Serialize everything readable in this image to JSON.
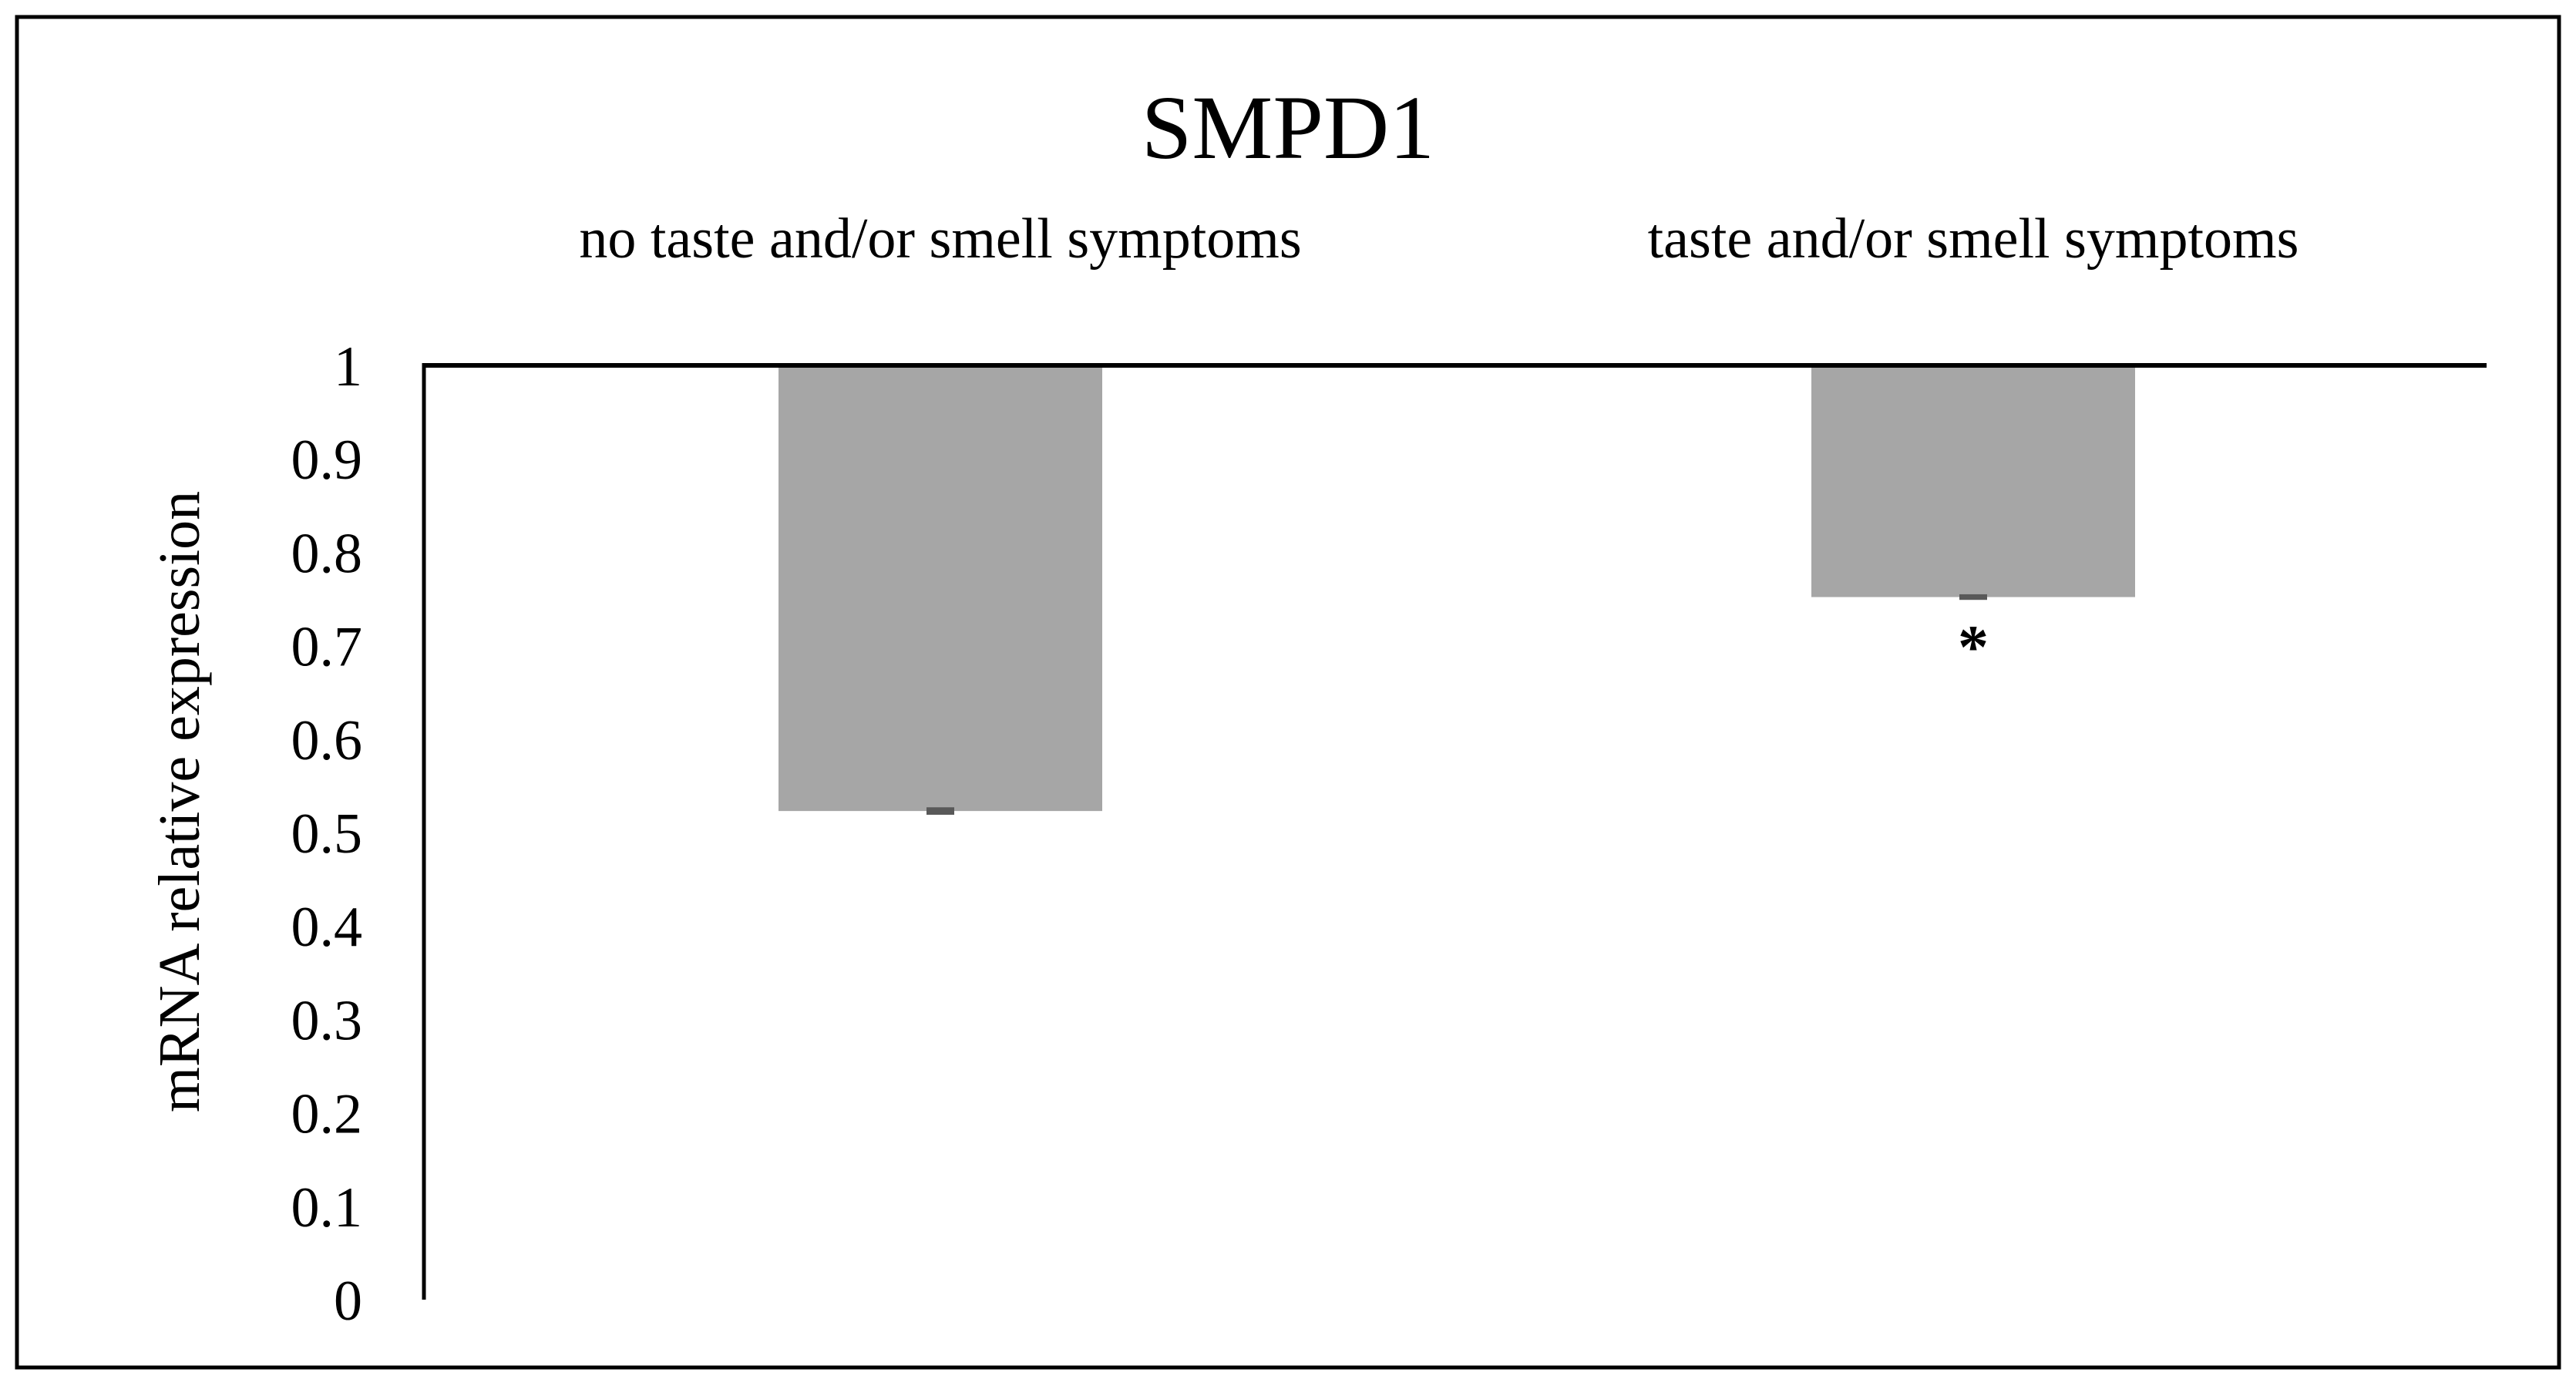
{
  "chart_data": {
    "type": "bar",
    "title": "SMPD1",
    "ylabel": "mRNA relative expression",
    "xlabel": "",
    "categories": [
      "no taste and/or smell symptoms",
      "taste and/or smell symptoms"
    ],
    "values": [
      0.523,
      0.752
    ],
    "errors": [
      0.004,
      0.003
    ],
    "baseline": 1,
    "ylim": [
      0,
      1
    ],
    "yticks": [
      "0",
      "0.1",
      "0.2",
      "0.3",
      "0.4",
      "0.5",
      "0.6",
      "0.7",
      "0.8",
      "0.9",
      "1"
    ],
    "category_label_position": "top",
    "annotations": [
      {
        "category_index": 1,
        "text": "*"
      }
    ],
    "grid": false,
    "legend": "none",
    "colors": {
      "bar": "#a6a6a6",
      "error_bar": "#595959",
      "axis": "#000000",
      "frame": "#000000"
    }
  }
}
